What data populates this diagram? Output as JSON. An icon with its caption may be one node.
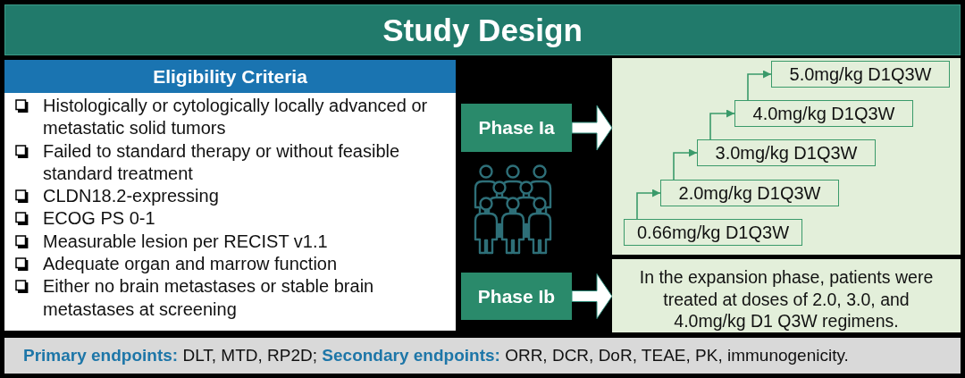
{
  "diagram": {
    "title": "Study Design",
    "nodes": [
      {
        "text": [
          "Eligibility Criteria",
          "Histologically or cytologically locally advanced or metastatic solid tumors",
          "Failed to standard therapy or without feasible standard treatment",
          "CLDN18.2-expressing",
          "ECOG PS 0-1",
          "Measurable lesion per RECIST v1.1",
          "Adequate organ and marrow function",
          "Either no brain metastases or stable brain metastases at screening"
        ]
      },
      {
        "text": [
          "Phase Ia"
        ]
      },
      {
        "text": [],
        "shape": "box"
      },
      {
        "text": [
          "5.0mg/kg D1Q3W"
        ],
        "in": 2
      },
      {
        "text": [
          "4.0mg/kg D1Q3W"
        ],
        "in": 2
      },
      {
        "text": [
          "3.0mg/kg D1Q3W"
        ],
        "in": 2
      },
      {
        "text": [
          "2.0mg/kg D1Q3W"
        ],
        "in": 2
      },
      {
        "text": [
          "0.66mg/kg D1Q3W"
        ],
        "in": 2
      },
      {
        "text": [
          "Phase Ib"
        ]
      },
      {
        "text": [
          "In the expansion phase, patients were treated at doses of 2.0, 3.0, and 4.0mg/kg D1 Q3W regimens."
        ]
      },
      {
        "text": [
          "**Primary endpoints:** DLT, MTD, RP2D; **Secondary endpoints:** ORR, DCR, DoR, TEAE, PK, immunogenicity."
        ]
      }
    ],
    "edges": [
      {
        "from": 1,
        "to": 2,
        "arrow": "to",
        "style": "thick",
        "color": "#ffffff"
      },
      {
        "from": 7,
        "to": 6,
        "arrow": "to"
      },
      {
        "from": 6,
        "to": 5,
        "arrow": "to"
      },
      {
        "from": 5,
        "to": 4,
        "arrow": "to"
      },
      {
        "from": 4,
        "to": 3,
        "arrow": "to"
      },
      {
        "from": 8,
        "to": 9,
        "arrow": "to",
        "style": "thick",
        "color": "#ffffff"
      }
    ]
  }
}
